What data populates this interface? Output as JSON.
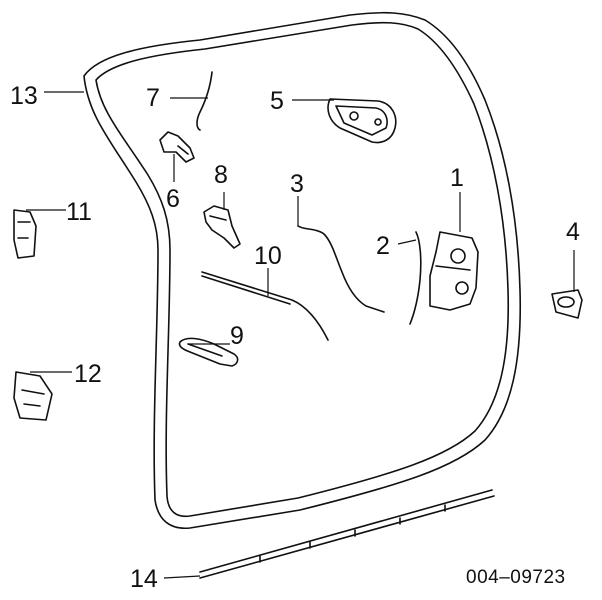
{
  "diagram": {
    "figure_code": "004–09723",
    "callouts": {
      "c1": "1",
      "c2": "2",
      "c3": "3",
      "c4": "4",
      "c5": "5",
      "c6": "6",
      "c7": "7",
      "c8": "8",
      "c9": "9",
      "c10": "10",
      "c11": "11",
      "c12": "12",
      "c13": "13",
      "c14": "14"
    }
  }
}
